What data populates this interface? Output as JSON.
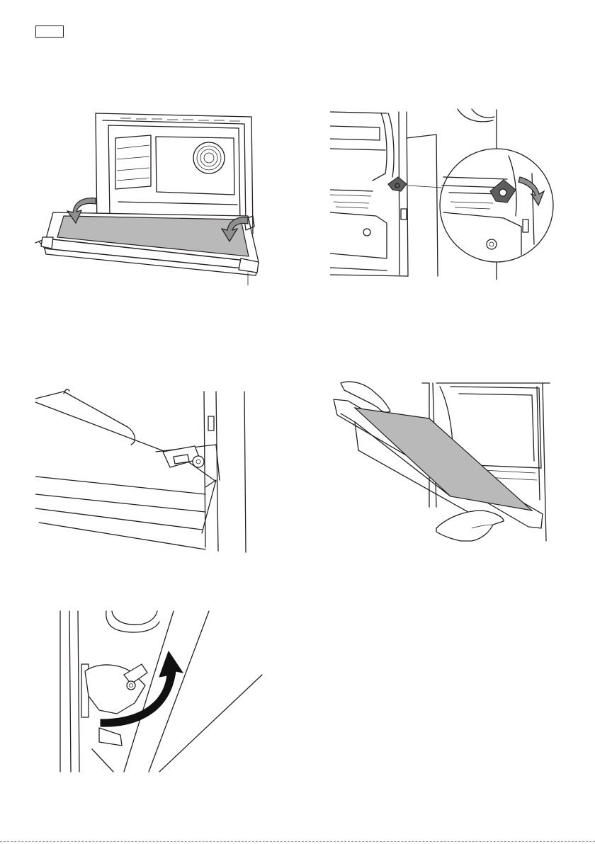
{
  "page": {
    "figures": [
      {
        "id": "fig-1",
        "icon": "oven-door-open-arrows"
      },
      {
        "id": "fig-2",
        "icon": "hinge-lever-closeup"
      },
      {
        "id": "fig-3",
        "icon": "hinge-latched-detail"
      },
      {
        "id": "fig-4",
        "icon": "hands-lifting-door"
      },
      {
        "id": "fig-5",
        "icon": "hinge-rotate-arrow"
      }
    ]
  },
  "colors": {
    "line": "#231f20",
    "glass": "#b9b9b9",
    "arrow": "#8f8f8f",
    "lever": "#5e5e5e",
    "paper": "#ffffff"
  }
}
